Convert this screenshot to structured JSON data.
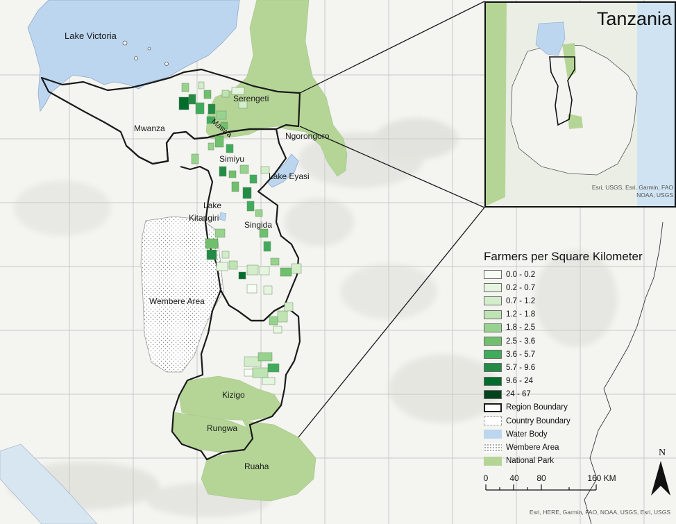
{
  "map": {
    "places": {
      "lake_victoria": "Lake Victoria",
      "serengeti": "Serengeti",
      "maswa": "Maswa",
      "mwanza": "Mwanza",
      "ngorongoro": "Ngorongoro",
      "simiyu": "Simiyu",
      "lake_eyasi": "Lake Eyasi",
      "lake_kitangiri_1": "Lake",
      "lake_kitangiri_2": "Kitangiri",
      "singida": "Singida",
      "wembere_area": "Wembere Area",
      "kizigo": "Kizigo",
      "rungwa": "Rungwa",
      "ruaha": "Ruaha"
    },
    "attribution": "Esri, HERE, Garmin, FAO, NOAA, USGS, Esri, USGS",
    "colors": {
      "water": "#bcd6ef",
      "national_park": "#b5d597",
      "region_boundary": "#1a1a1a",
      "basemap": "#f4f4f1"
    }
  },
  "inset": {
    "title": "Tanzania",
    "attribution_line1": "Esri, USGS, Esri, Garmin, FAO",
    "attribution_line2": "NOAA, USGS"
  },
  "legend": {
    "title": "Farmers per Square Kilometer",
    "classes": [
      {
        "label": "0.0 - 0.2",
        "color": "#f7fcf5"
      },
      {
        "label": "0.2 - 0.7",
        "color": "#e5f5e0"
      },
      {
        "label": "0.7 - 1.2",
        "color": "#d3edcb"
      },
      {
        "label": "1.2 - 1.8",
        "color": "#bfe4b3"
      },
      {
        "label": "1.8 - 2.5",
        "color": "#98d28f"
      },
      {
        "label": "2.5 - 3.6",
        "color": "#6fbf6c"
      },
      {
        "label": "3.6 - 5.7",
        "color": "#41ab5d"
      },
      {
        "label": "5.7 - 9.6",
        "color": "#238b45"
      },
      {
        "label": "9.6 - 24",
        "color": "#006d2c"
      },
      {
        "label": "24 - 67",
        "color": "#00441b"
      }
    ],
    "region_boundary": "Region Boundary",
    "country_boundary": "Country Boundary",
    "water_body": "Water Body",
    "wembere_area": "Wembere Area",
    "national_park": "National Park"
  },
  "scale_bar": {
    "ticks": [
      "0",
      "40",
      "80",
      "160 KM"
    ]
  },
  "north_arrow": {
    "label": "N"
  }
}
